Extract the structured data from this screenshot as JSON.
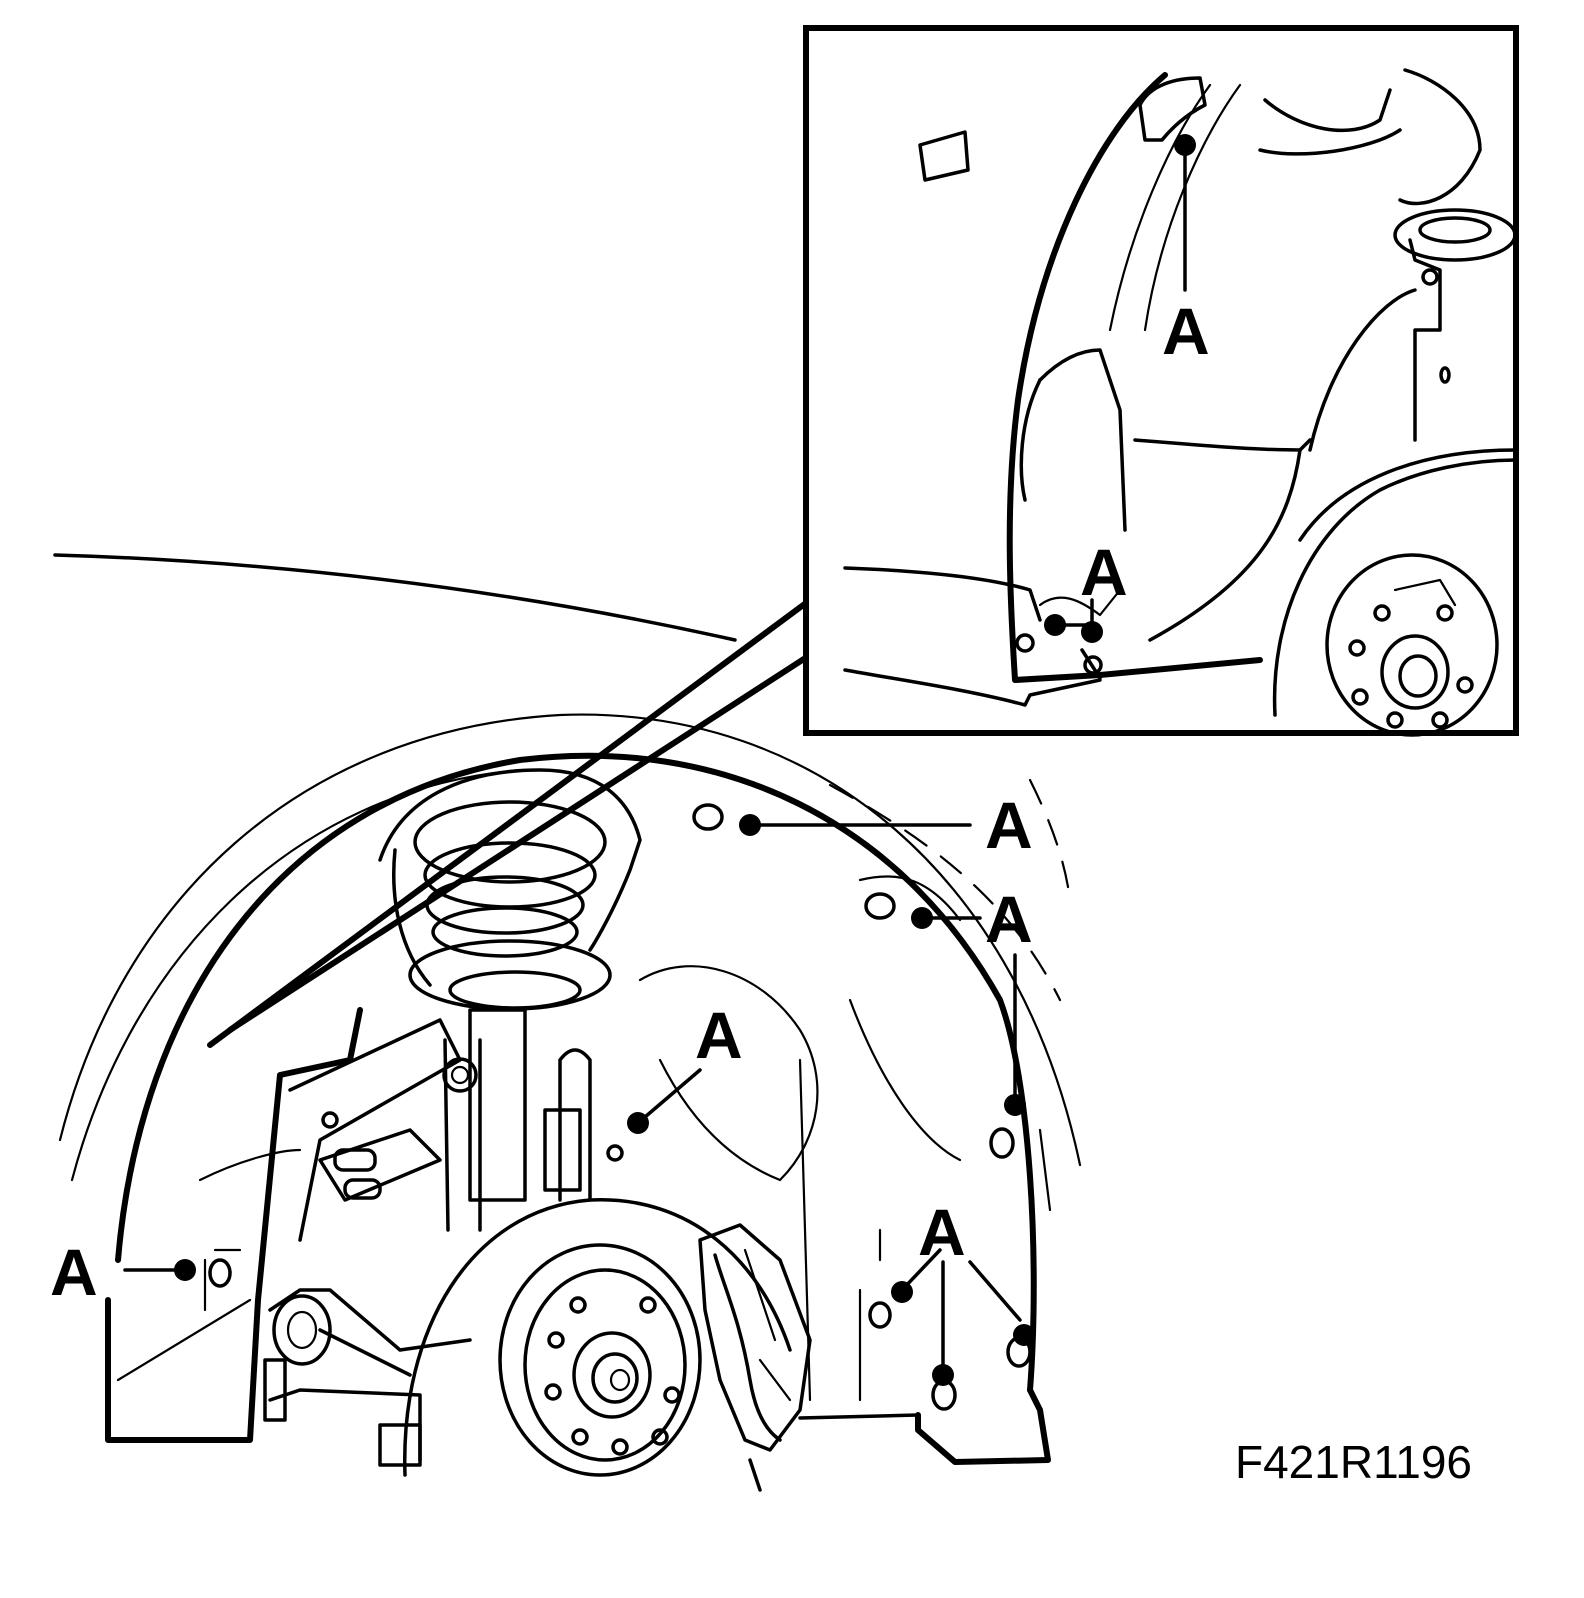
{
  "diagram": {
    "figure_code": "F421R1196",
    "callouts": [
      {
        "id": "inset-top",
        "label": "A"
      },
      {
        "id": "inset-bottom",
        "label": "A"
      },
      {
        "id": "upper-right-1",
        "label": "A"
      },
      {
        "id": "upper-right-2",
        "label": "A"
      },
      {
        "id": "middle",
        "label": "A"
      },
      {
        "id": "left",
        "label": "A"
      },
      {
        "id": "lower-right",
        "label": "A"
      }
    ]
  }
}
